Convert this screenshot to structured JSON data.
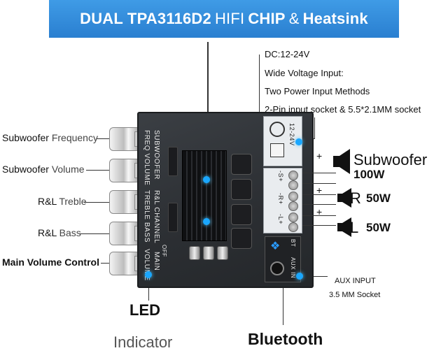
{
  "banner": {
    "part1": "DUAL TPA3116D2",
    "part2": "HIFI",
    "part3": "CHIP",
    "amp": "&",
    "part4": "Heatsink"
  },
  "controls": [
    {
      "a": "Subwoofer",
      "b": " Frequency"
    },
    {
      "a": "Subwoofer",
      "b": " Volume"
    },
    {
      "a": "R&L",
      "b": " Treble"
    },
    {
      "a": "R&L",
      "b": "  Bass"
    },
    {
      "a": "Main Volume Control",
      "b": ""
    }
  ],
  "power": {
    "dc": "DC:12-24V",
    "wide": "Wide Voltage Input:",
    "two": "Two Power Input Methods",
    "socket": "2-Pin input socket & 5.5*2.1MM socket"
  },
  "outputs": {
    "sub_label": "Subwoofer",
    "sub_watt": "100W",
    "r_label": "R",
    "r_watt": "50W",
    "l_label": "L",
    "l_watt": "50W"
  },
  "aux": {
    "line1": "AUX INPUT",
    "line2": "3.5 MM Socket"
  },
  "bottom": {
    "led": "LED",
    "indicator": "Indicator",
    "bluetooth": "Bluetooth"
  },
  "board_text": {
    "sub": "SUBWOOFER",
    "freq_vol": "FREQ  VOLUME",
    "rl": "R&L CHANNEL",
    "treble_bass": "TREBLE  BASS",
    "main": "MAIN",
    "volume": "VOLUME",
    "off": "OFF",
    "v12": "12-24V",
    "s_minus_plus": "-S+",
    "r_minus_plus": "-R+",
    "l_minus_plus": "-L+",
    "bt": "BT",
    "aux": "AUX IN"
  },
  "colors": {
    "banner": "#2f88d8",
    "board": "#2e3135",
    "led": "#1aa7ff"
  }
}
